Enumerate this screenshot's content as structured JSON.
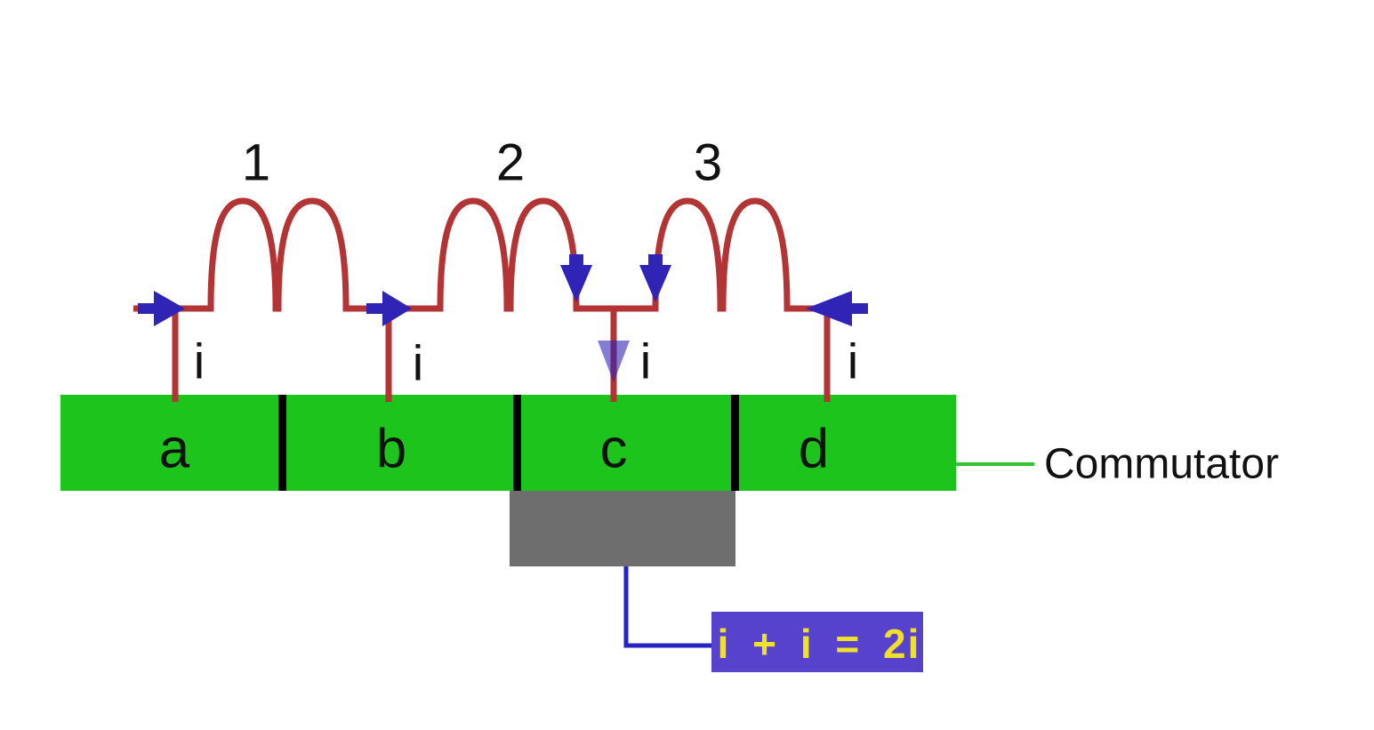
{
  "diagram": {
    "coil_labels": [
      "1",
      "2",
      "3"
    ],
    "current_label": "i",
    "segment_labels": [
      "a",
      "b",
      "c",
      "d"
    ],
    "commutator_label": "Commutator",
    "equation_text": "i + i = 2i"
  },
  "colors": {
    "wire": "#b23434",
    "arrow": "#2f24b5",
    "commutator": "#1cc41c",
    "segment_divider": "#000000",
    "brush": "#6e6e6e",
    "connector": "#2722c4",
    "equation_box": "#5742ce",
    "equation_text": "#efe02a",
    "callout_line": "#2fc52f",
    "label_text": "#111111"
  }
}
